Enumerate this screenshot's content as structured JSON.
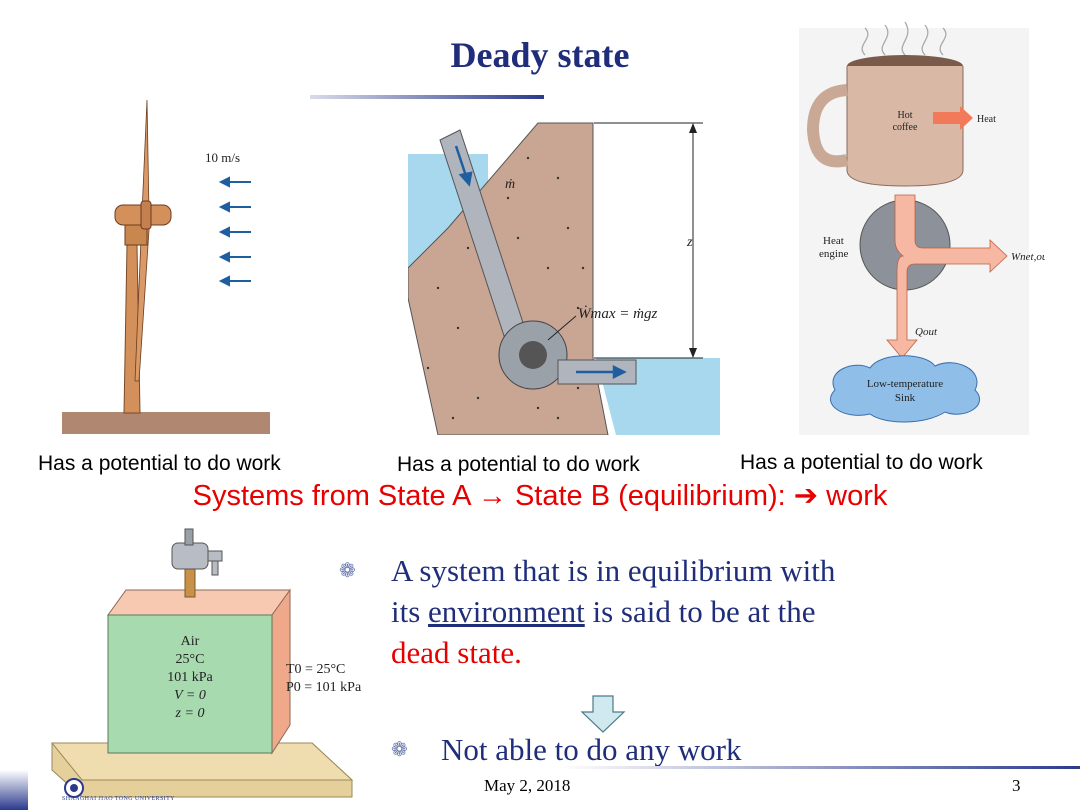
{
  "slide": {
    "title": "Deady state",
    "captions": [
      "Has a potential to do work",
      "Has a potential to do work",
      "Has a potential to do work"
    ],
    "systems_line": {
      "before": "Systems from State A ",
      "arrow1": "→",
      "middle": " State B (equilibrium): ",
      "arrow2": "➔",
      "after": " work"
    },
    "bullets": {
      "b1": {
        "part1": "A system that is in equilibrium with its ",
        "underlined": "environment",
        "part2": " is said to be at the ",
        "highlight": "dead state."
      },
      "b2": "Not able to do any work"
    },
    "footer": {
      "date": "May 2, 2018",
      "page": "3",
      "university": "Shanghai Jiao Tong University"
    }
  },
  "figures": {
    "wind": {
      "speed_label": "10 m/s"
    },
    "dam": {
      "mass_flow": "ṁ",
      "height": "z",
      "work": "Ẇmax = ṁgz"
    },
    "coffee": {
      "cup_label_1": "Hot",
      "cup_label_2": "coffee",
      "heat": "Heat",
      "engine_1": "Heat",
      "engine_2": "engine",
      "w_out": "Wnet,out",
      "q_out": "Qout",
      "sink_1": "Low-temperature",
      "sink_2": "Sink"
    },
    "tank": {
      "lines": [
        "Air",
        "25°C",
        "101 kPa",
        "V = 0",
        "z = 0"
      ],
      "t0": "T0 = 25°C",
      "p0": "P0 = 101 kPa"
    }
  },
  "colors": {
    "title": "#1f2d7a",
    "red": "#e60000",
    "tank": "#a8dab0",
    "pipe": "#b0b5bd",
    "water": "#a7d8ee"
  }
}
